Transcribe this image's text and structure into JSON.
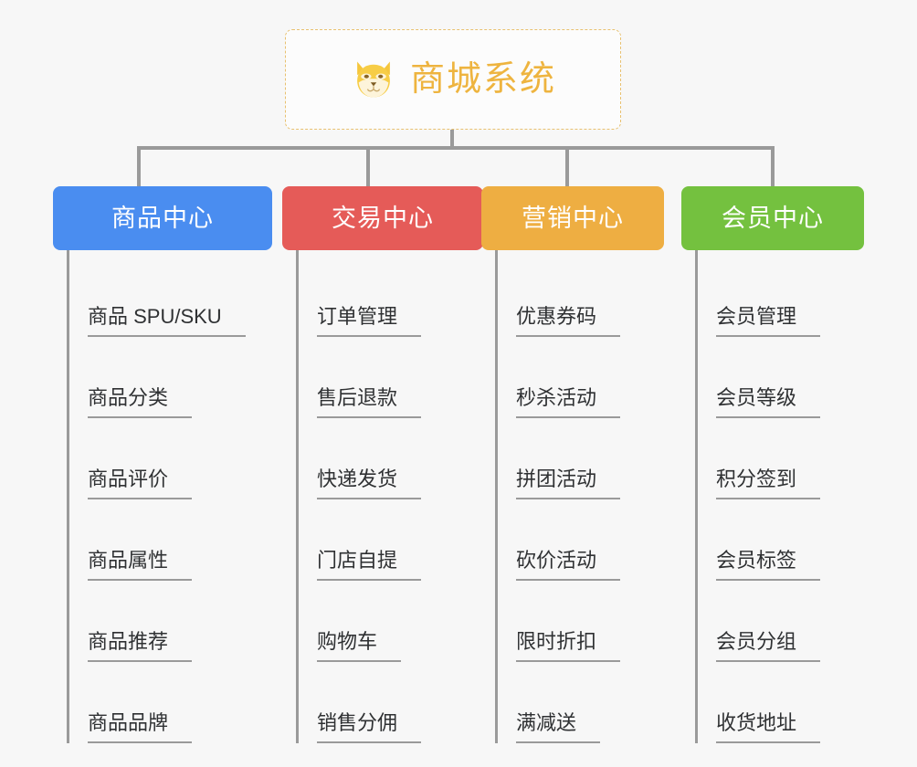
{
  "root": {
    "title": "商城系统",
    "icon": "shiba-dog-icon",
    "border_color": "#e8c170",
    "text_color": "#eeb43f"
  },
  "canvas": {
    "background_color": "#f7f7f7",
    "connector_color": "#9a9a9a"
  },
  "branches": [
    {
      "label": "商品中心",
      "color": "#4a8df0",
      "items": [
        "商品 SPU/SKU",
        "商品分类",
        "商品评价",
        "商品属性",
        "商品推荐",
        "商品品牌"
      ]
    },
    {
      "label": "交易中心",
      "color": "#e55b58",
      "items": [
        "订单管理",
        "售后退款",
        "快递发货",
        "门店自提",
        "购物车",
        "销售分佣"
      ]
    },
    {
      "label": "营销中心",
      "color": "#eeae42",
      "items": [
        "优惠券码",
        "秒杀活动",
        "拼团活动",
        "砍价活动",
        "限时折扣",
        "满减送"
      ]
    },
    {
      "label": "会员中心",
      "color": "#74c13f",
      "items": [
        "会员管理",
        "会员等级",
        "积分签到",
        "会员标签",
        "会员分组",
        "收货地址"
      ]
    }
  ]
}
